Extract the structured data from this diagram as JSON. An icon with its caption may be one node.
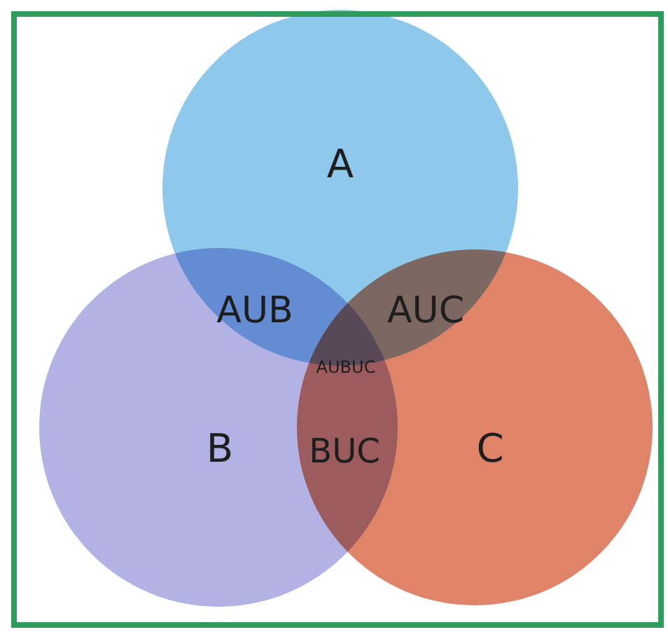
{
  "diagram": {
    "nodes": [
      {
        "text": [
          "A"
        ]
      },
      {
        "text": [
          "B"
        ]
      },
      {
        "text": [
          "C"
        ]
      }
    ],
    "labels": [
      "AUB",
      "AUC",
      "AUBUC",
      "BUC"
    ]
  }
}
